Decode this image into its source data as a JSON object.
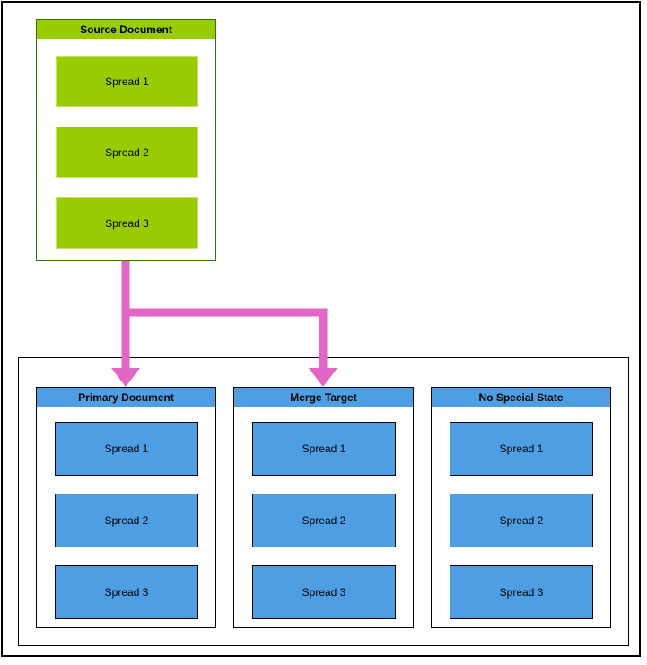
{
  "diagram": {
    "source_document": {
      "title": "Source Document",
      "spreads": [
        "Spread 1",
        "Spread 2",
        "Spread 3"
      ]
    },
    "target_documents": [
      {
        "title": "Primary Document",
        "spreads": [
          "Spread 1",
          "Spread 2",
          "Spread 3"
        ]
      },
      {
        "title": "Merge Target",
        "spreads": [
          "Spread 1",
          "Spread 2",
          "Spread 3"
        ]
      },
      {
        "title": "No Special State",
        "spreads": [
          "Spread 1",
          "Spread 2",
          "Spread 3"
        ]
      }
    ],
    "arrows": [
      {
        "from": "Source Document",
        "to": "Primary Document"
      },
      {
        "from": "Source Document",
        "to": "Merge Target"
      }
    ],
    "colors": {
      "source_fill": "#99CC00",
      "source_border": "#2E7700",
      "target_fill": "#4D9EE2",
      "target_border": "#000000",
      "arrow": "#E266C6",
      "outline": "#000000"
    }
  }
}
